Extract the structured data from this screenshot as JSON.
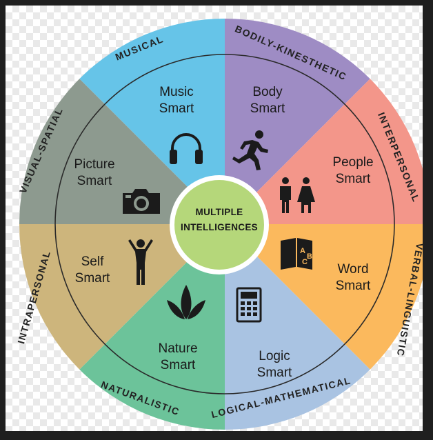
{
  "center": {
    "line1": "MULTIPLE",
    "line2": "INTELLIGENCES",
    "color": "#b5d77a"
  },
  "segments": [
    {
      "key": "music",
      "category": "MUSICAL",
      "line1": "Music",
      "line2": "Smart",
      "color": "#66c4e8",
      "icon": "headphones-icon"
    },
    {
      "key": "body",
      "category": "BODILY-KINESTHETIC",
      "line1": "Body",
      "line2": "Smart",
      "color": "#9e8cc4",
      "icon": "running-person-icon"
    },
    {
      "key": "people",
      "category": "INTERPERSONAL",
      "line1": "People",
      "line2": "Smart",
      "color": "#f3968a",
      "icon": "people-icon"
    },
    {
      "key": "word",
      "category": "VERBAL-LINGUISTIC",
      "line1": "Word",
      "line2": "Smart",
      "color": "#fbb95d",
      "icon": "book-icon"
    },
    {
      "key": "logic",
      "category": "LOGICAL-MATHEMATICAL",
      "line1": "Logic",
      "line2": "Smart",
      "color": "#a9c3e2",
      "icon": "calculator-icon"
    },
    {
      "key": "nature",
      "category": "NATURALISTIC",
      "line1": "Nature",
      "line2": "Smart",
      "color": "#6cc39a",
      "icon": "plant-icon"
    },
    {
      "key": "self",
      "category": "INTRAPERSONAL",
      "line1": "Self",
      "line2": "Smart",
      "color": "#cdb57c",
      "icon": "person-arms-up-icon"
    },
    {
      "key": "picture",
      "category": "VISUAL-SPATIAL",
      "line1": "Picture",
      "line2": "Smart",
      "color": "#8d9a8f",
      "icon": "camera-icon"
    }
  ]
}
